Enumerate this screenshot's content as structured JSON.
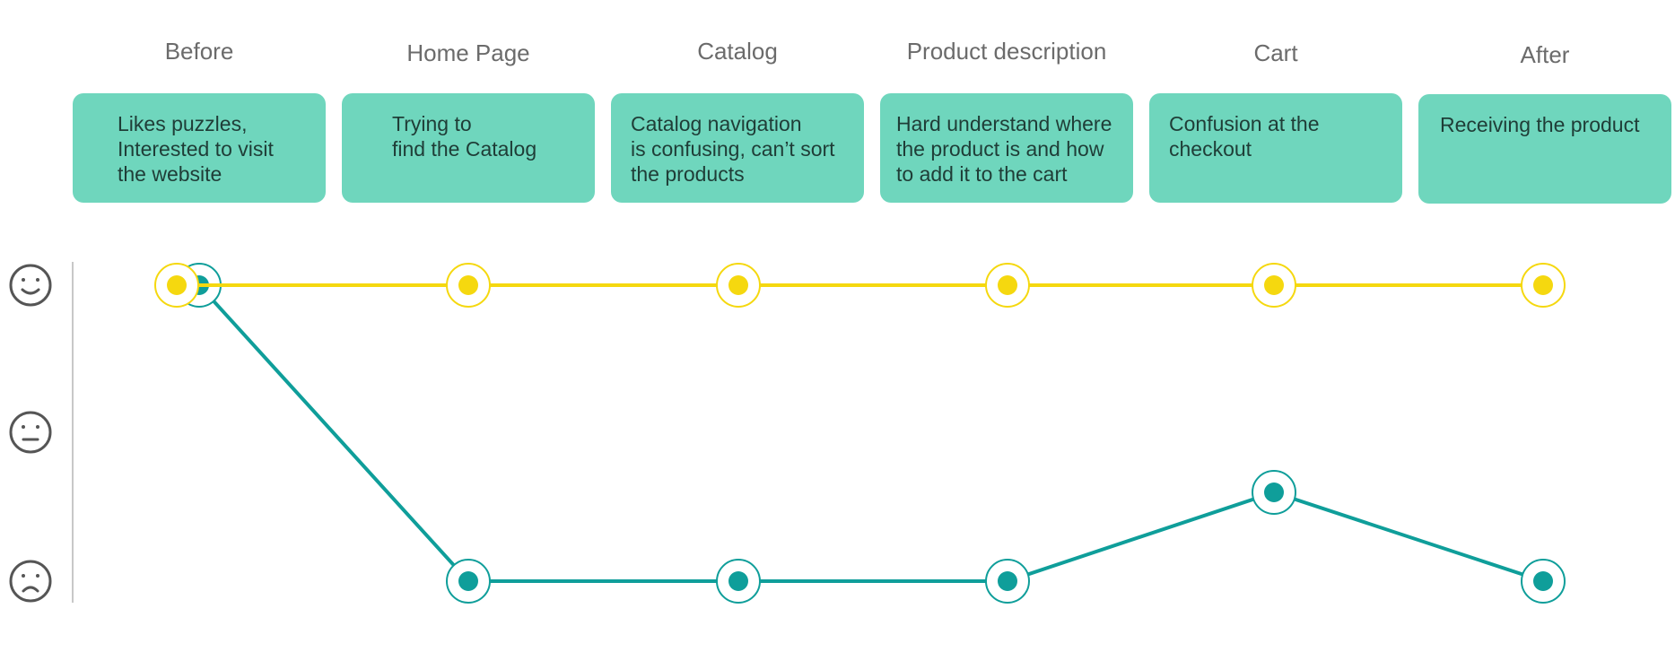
{
  "stages": [
    {
      "title": "Before",
      "lines": [
        "Likes puzzles,",
        "Interested to visit",
        "the website"
      ]
    },
    {
      "title": "Home Page",
      "lines": [
        "Trying to",
        "find the Catalog"
      ]
    },
    {
      "title": "Catalog",
      "lines": [
        "Catalog navigation",
        "is confusing, can’t sort",
        "the products"
      ]
    },
    {
      "title": "Product description",
      "lines": [
        "Hard understand where",
        "the product is and how",
        "to add it to the cart"
      ]
    },
    {
      "title": "Cart",
      "lines": [
        "Confusion at the",
        "checkout"
      ]
    },
    {
      "title": "After",
      "lines": [
        "Receiving the product"
      ]
    }
  ],
  "chart_data": {
    "type": "line",
    "categories": [
      "Before",
      "Home Page",
      "Catalog",
      "Product description",
      "Cart",
      "After"
    ],
    "y_levels": [
      "sad",
      "neutral",
      "happy"
    ],
    "ylim": [
      0,
      2
    ],
    "series": [
      {
        "color": "#f5d80f",
        "values": [
          2,
          2,
          2,
          2,
          2,
          2
        ]
      },
      {
        "color": "#0f9e9a",
        "values": [
          2,
          0,
          0,
          0,
          0.6,
          0
        ]
      }
    ],
    "axis_icons": [
      "smiling-face-icon",
      "neutral-face-icon",
      "sad-face-icon"
    ],
    "colors": {
      "card": "#6fd6bd",
      "axis": "#c8c8c8",
      "face": "#555555"
    }
  }
}
